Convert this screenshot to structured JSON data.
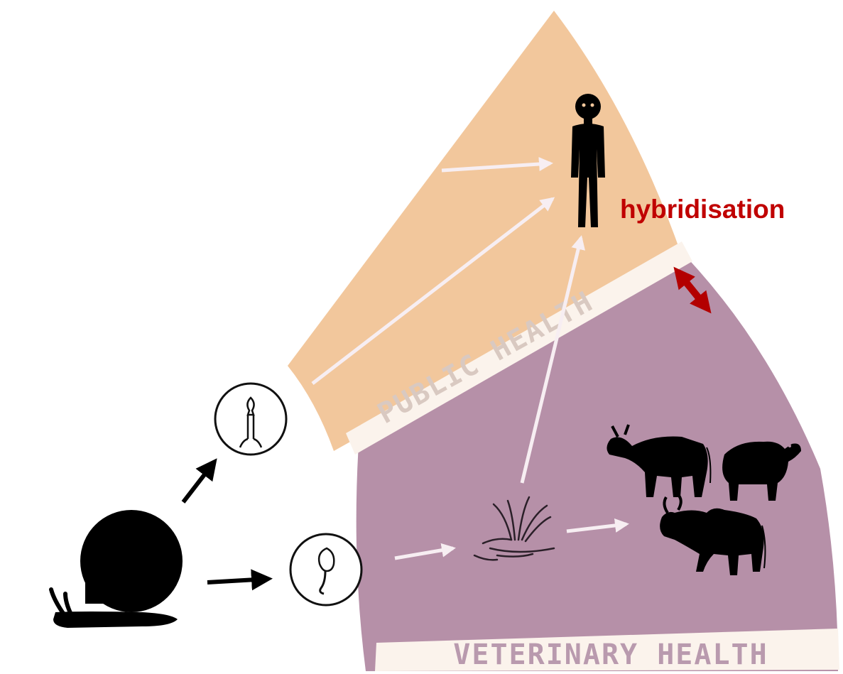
{
  "labels": {
    "hybridisation": "hybridisation",
    "public_health": "PUBLIC HEALTH",
    "veterinary_health": "VETERINARY HEALTH"
  },
  "colors": {
    "public_health_sector": "#f2c79c",
    "veterinary_health_sector": "#b690a8",
    "band": "#fbf3ec",
    "band_text": "#d9c9c1",
    "vet_band_text": "#b99aae",
    "hybridisation_text": "#c00000",
    "hybridisation_arrow": "#b30000",
    "silhouette": "#000000",
    "light_arrow": "#f7eef2"
  },
  "icons": [
    "snail-icon",
    "cercaria-icon",
    "cercaria-forked-tail-icon",
    "cercaria-simple-tail-icon",
    "human-icon",
    "water-plants-icon",
    "cow-icon",
    "sheep-icon",
    "zebu-icon"
  ]
}
